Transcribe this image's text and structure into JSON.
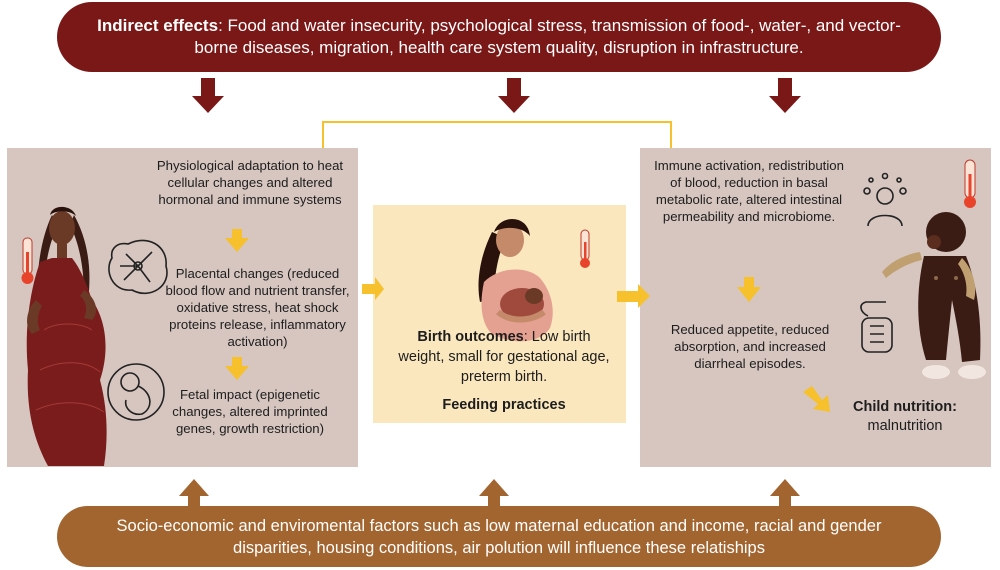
{
  "top_banner": {
    "title": "Indirect effects",
    "text": ": Food and water insecurity, psychological stress, transmission of food-, water-, and vector-borne diseases, migration, health care system quality, disruption in infrastructure."
  },
  "left_panel": {
    "step1": "Physiological adaptation to heat cellular changes and altered hormonal and immune systems",
    "step2": "Placental changes (reduced blood flow and nutrient transfer, oxidative stress, heat shock proteins release, inflammatory activation)",
    "step3": "Fetal impact (epigenetic changes, altered imprinted genes, growth restriction)"
  },
  "center_panel": {
    "birth_title": "Birth outcomes",
    "birth_text": ": Low birth weight, small for gestational age, preterm birth.",
    "feeding": "Feeding practices"
  },
  "right_panel": {
    "step1": "Immune activation, redistribution of blood, reduction in basal metabolic rate, altered intestinal permeability and microbiome.",
    "step2": "Reduced appetite, reduced absorption, and increased diarrheal episodes.",
    "nutrition_title": "Child nutrition:",
    "nutrition_text": "malnutrition"
  },
  "bottom_banner": {
    "text": "Socio-economic and enviromental factors such as low maternal education and income, racial and gender disparities, housing conditions, air polution will influence these relatiships"
  },
  "colors": {
    "top_banner": "#7a1818",
    "bottom_banner": "#a3652f",
    "panel": "#d6c6bf",
    "center_panel": "#fae7be",
    "arrow_yellow": "#f6c12c"
  }
}
